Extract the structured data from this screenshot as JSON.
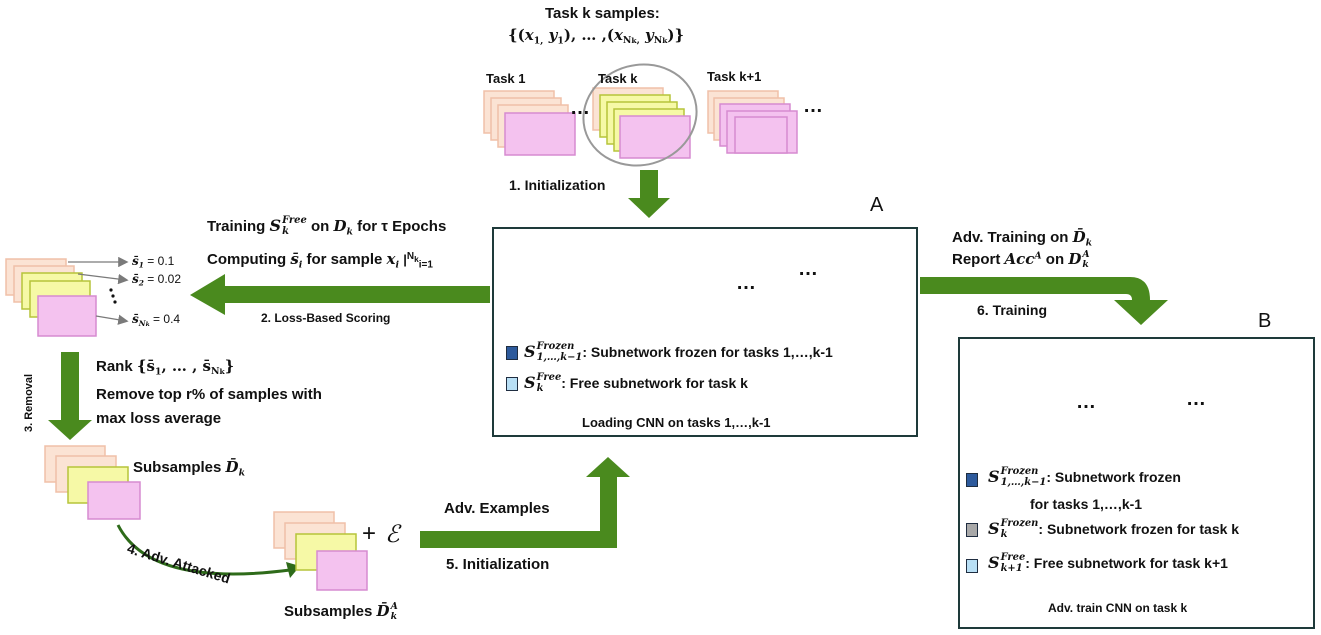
{
  "header": {
    "task_samples_title": "Task k samples:",
    "task_samples_set": "{(x₁, y₁), … ,(x_{N_k}, y_{N_k})}",
    "task1_label": "Task 1",
    "taskk_label": "Task k",
    "taskk1_label": "Task k+1",
    "ellipsis": "…"
  },
  "steps": {
    "step1": "1. Initialization",
    "step2": "2. Loss-Based Scoring",
    "step3": "3. Removal",
    "step4": "4. Adv. Attacked",
    "step5": "5. Initialization",
    "step6": "6. Training",
    "adv_examples": "Adv. Examples"
  },
  "left_text": {
    "training_prefix": "Training",
    "training_on": "on",
    "training_suffix": "for τ Epochs",
    "computing_prefix": "Computing",
    "computing_mid": "for sample",
    "score1": "= 0.1",
    "score2": "= 0.02",
    "score3": "= 0.4",
    "rank": "Rank",
    "remove_line1": "Remove top r% of samples with",
    "remove_line2": "max loss average",
    "subsamples": "Subsamples",
    "subsamples_adv": "Subsamples",
    "plus": "+"
  },
  "box_a": {
    "label": "A",
    "legend_frozen": ": Subnetwork frozen for tasks 1,…,k-1",
    "legend_free": ": Free subnetwork for task k",
    "caption": "Loading CNN on tasks 1,…,k-1"
  },
  "right_text": {
    "adv_training": "Adv. Training on",
    "report": "Report"
  },
  "box_b": {
    "label": "B",
    "legend_frozen_line1": ": Subnetwork frozen",
    "legend_frozen_line2": "for tasks 1,…,k-1",
    "legend_frozen_k": ": Subnetwork frozen for task k",
    "legend_free": ": Free subnetwork for task k+1",
    "caption": "Adv. train CNN on task k"
  },
  "colors": {
    "arrow_green": "#4a8a1e",
    "dark_blue": "#2d5a9c",
    "light_blue": "#b8dff5",
    "gray": "#a9a9a9",
    "peach": "#fbd9c4",
    "yellow": "#f6f9a6",
    "pink": "#f4c2ef",
    "box_border": "#1e3a3a"
  }
}
